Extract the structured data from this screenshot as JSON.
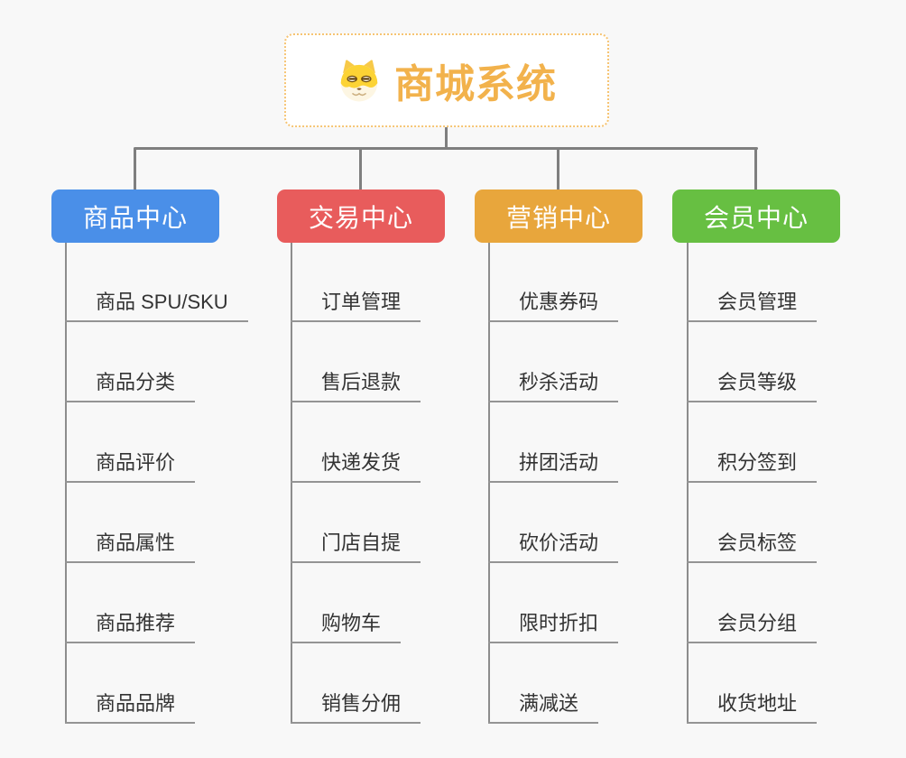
{
  "root": {
    "title": "商城系统",
    "icon": "shiba-dog-icon"
  },
  "columns": [
    {
      "label": "商品中心",
      "color": "#4a8fe8",
      "items": [
        "商品 SPU/SKU",
        "商品分类",
        "商品评价",
        "商品属性",
        "商品推荐",
        "商品品牌"
      ]
    },
    {
      "label": "交易中心",
      "color": "#e85c5c",
      "items": [
        "订单管理",
        "售后退款",
        "快递发货",
        "门店自提",
        "购物车",
        "销售分佣"
      ]
    },
    {
      "label": "营销中心",
      "color": "#e8a63c",
      "items": [
        "优惠券码",
        "秒杀活动",
        "拼团活动",
        "砍价活动",
        "限时折扣",
        "满减送"
      ]
    },
    {
      "label": "会员中心",
      "color": "#67bf42",
      "items": [
        "会员管理",
        "会员等级",
        "积分签到",
        "会员标签",
        "会员分组",
        "收货地址"
      ]
    }
  ],
  "colors": {
    "background": "#f8f8f8",
    "connector": "#7f7f7f",
    "leaf_line": "#949494",
    "leaf_text": "#333333",
    "root_text": "#f2b24c",
    "root_border": "#f6c473"
  }
}
